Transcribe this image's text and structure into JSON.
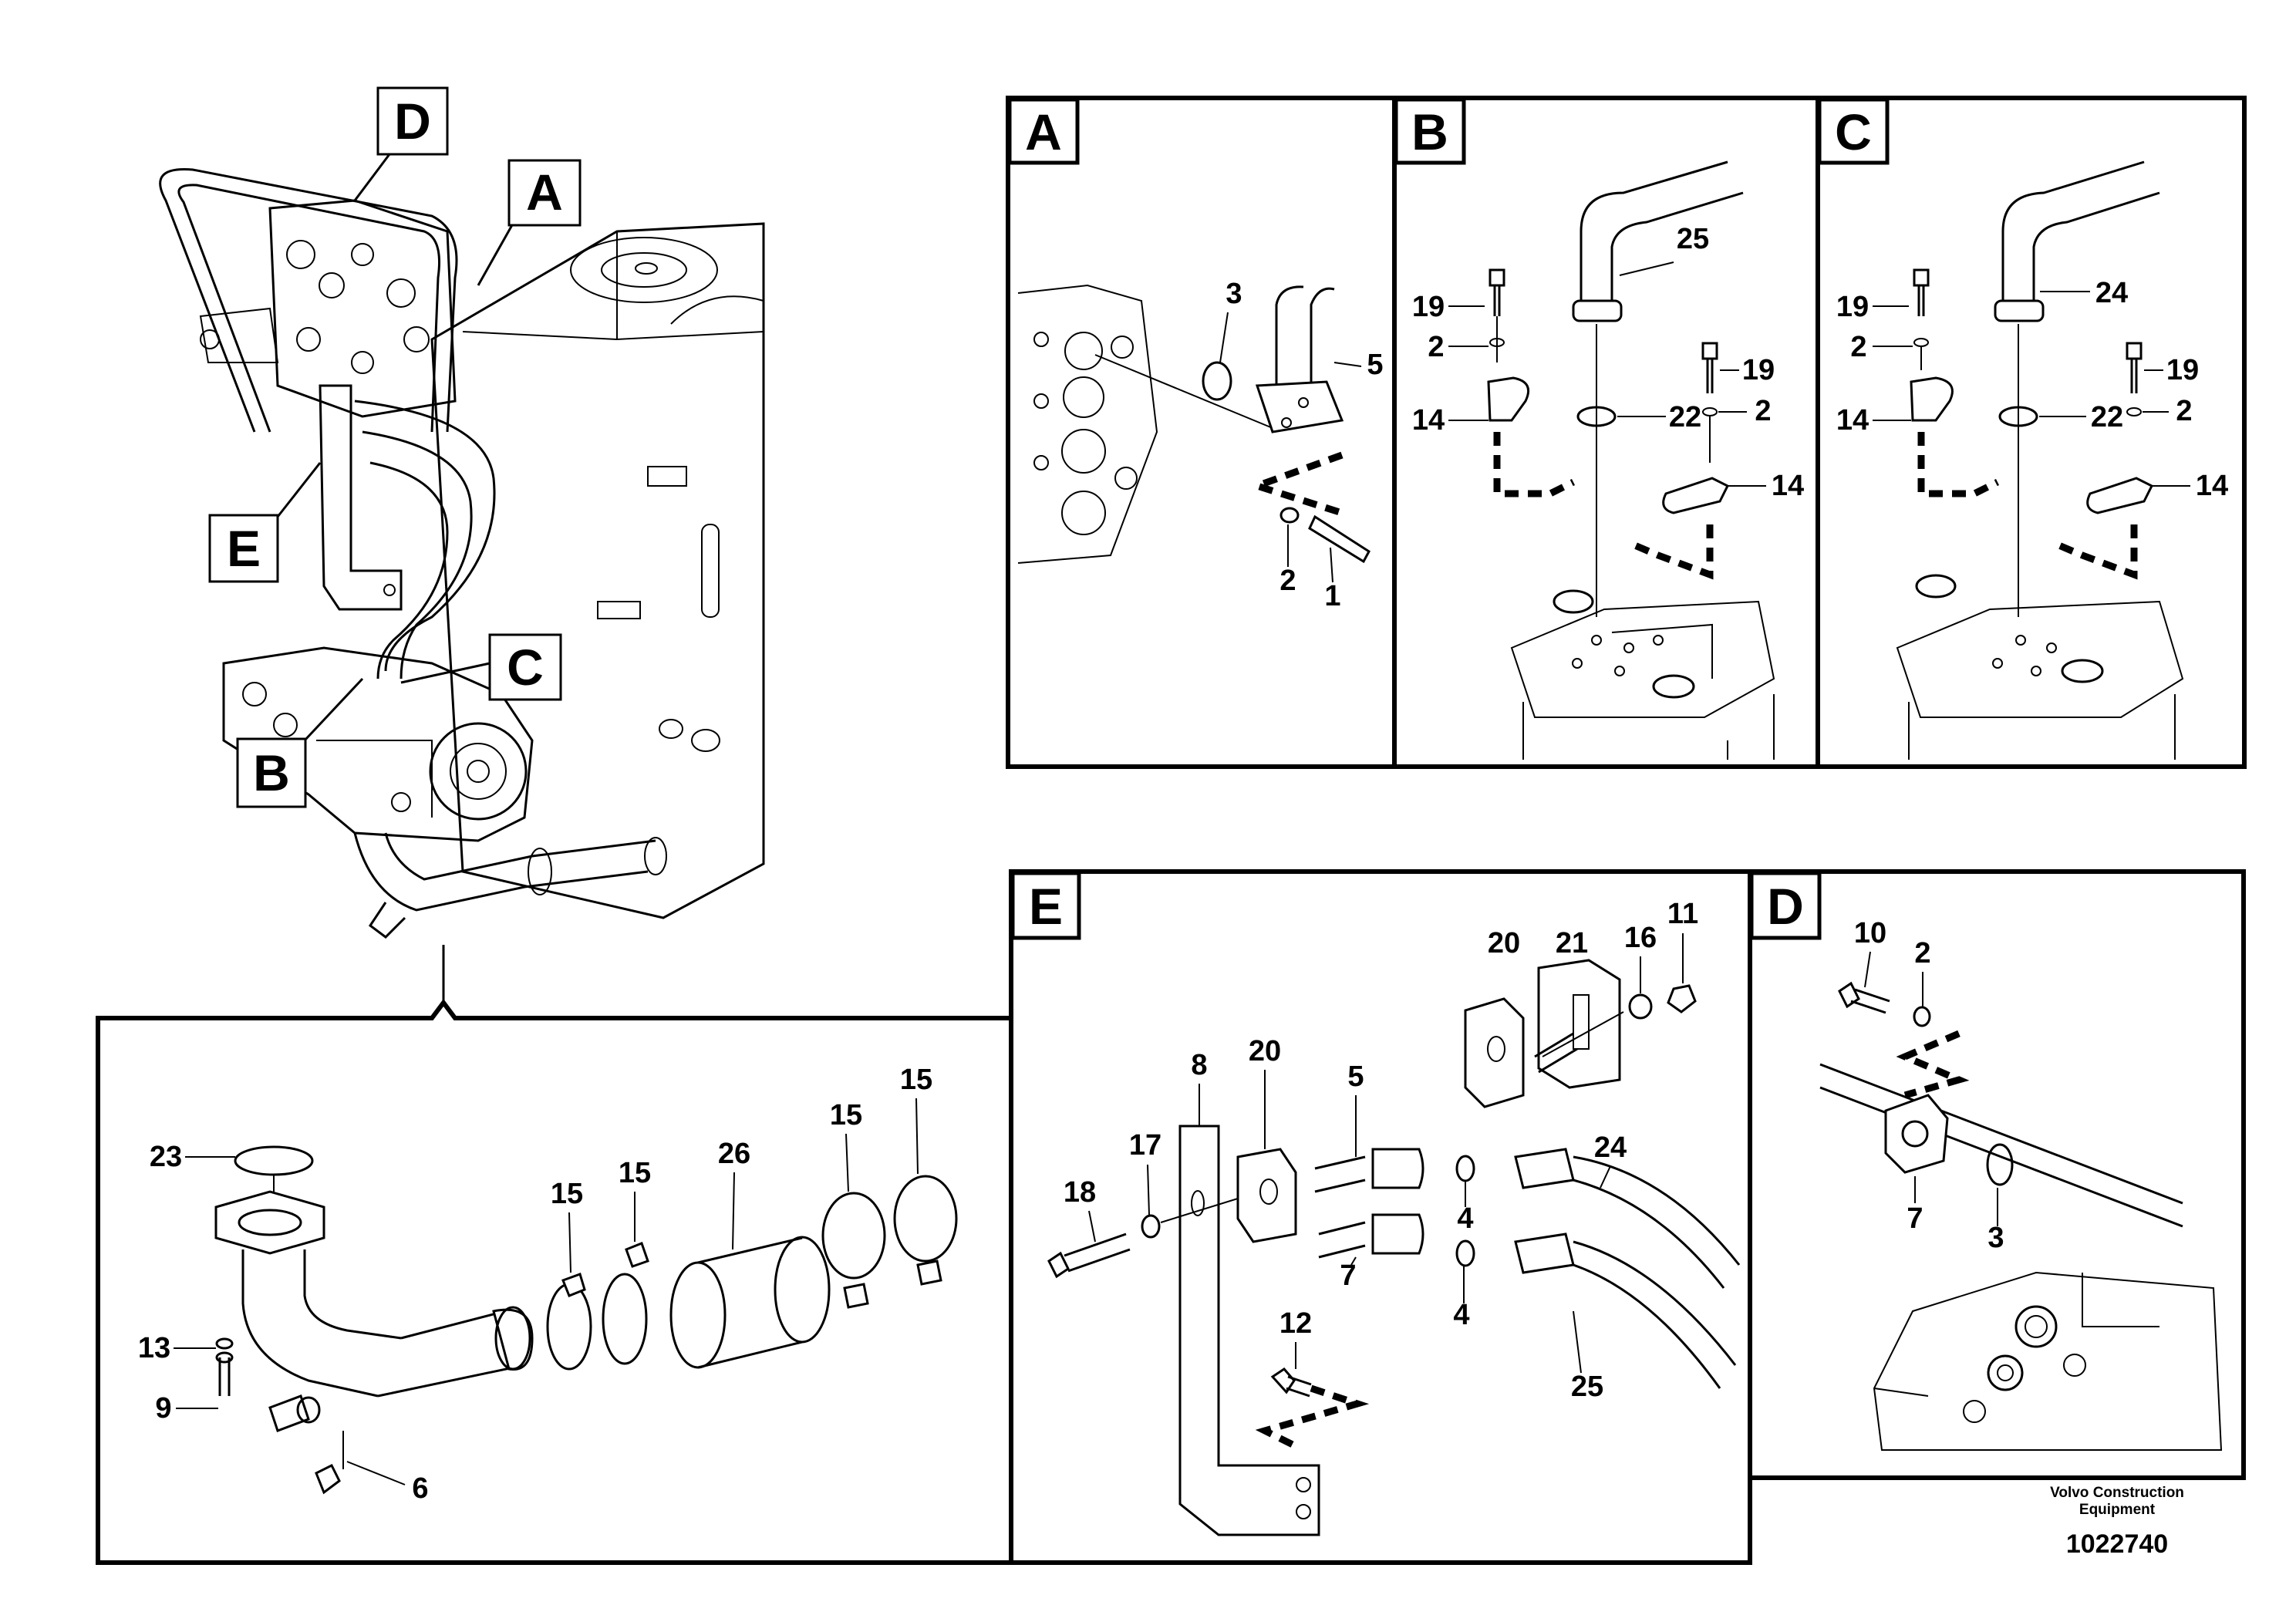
{
  "callouts": {
    "A": "A",
    "B": "B",
    "C": "C",
    "D": "D",
    "E": "E"
  },
  "panels": {
    "A": {
      "tag": "A",
      "labels": {
        "n3": "3",
        "n5": "5",
        "n2": "2",
        "n1": "1"
      }
    },
    "B": {
      "tag": "B",
      "labels": {
        "n19": "19",
        "n2a": "2",
        "n25": "25",
        "n14a": "14",
        "n22": "22",
        "n19b": "19",
        "n2b": "2",
        "n14b": "14"
      }
    },
    "C": {
      "tag": "C",
      "labels": {
        "n19": "19",
        "n2a": "2",
        "n24": "24",
        "n14a": "14",
        "n22": "22",
        "n19b": "19",
        "n2b": "2",
        "n14b": "14"
      }
    },
    "E": {
      "tag": "E",
      "labels": {
        "n21": "21",
        "n20a": "20",
        "n16": "16",
        "n11": "11",
        "n8": "8",
        "n20b": "20",
        "n5": "5",
        "n18": "18",
        "n17": "17",
        "n24": "24",
        "n4a": "4",
        "n7": "7",
        "n4b": "4",
        "n12": "12",
        "n25": "25"
      }
    },
    "D": {
      "tag": "D",
      "labels": {
        "n10": "10",
        "n2": "2",
        "n7": "7",
        "n3": "3"
      }
    },
    "bottom": {
      "labels": {
        "n23": "23",
        "n13": "13",
        "n9": "9",
        "n6": "6",
        "n15a": "15",
        "n15b": "15",
        "n26": "26",
        "n15c": "15",
        "n15d": "15"
      }
    }
  },
  "footer": {
    "brand_line1": "Volvo Construction",
    "brand_line2": "Equipment",
    "doc_number": "1022740"
  }
}
